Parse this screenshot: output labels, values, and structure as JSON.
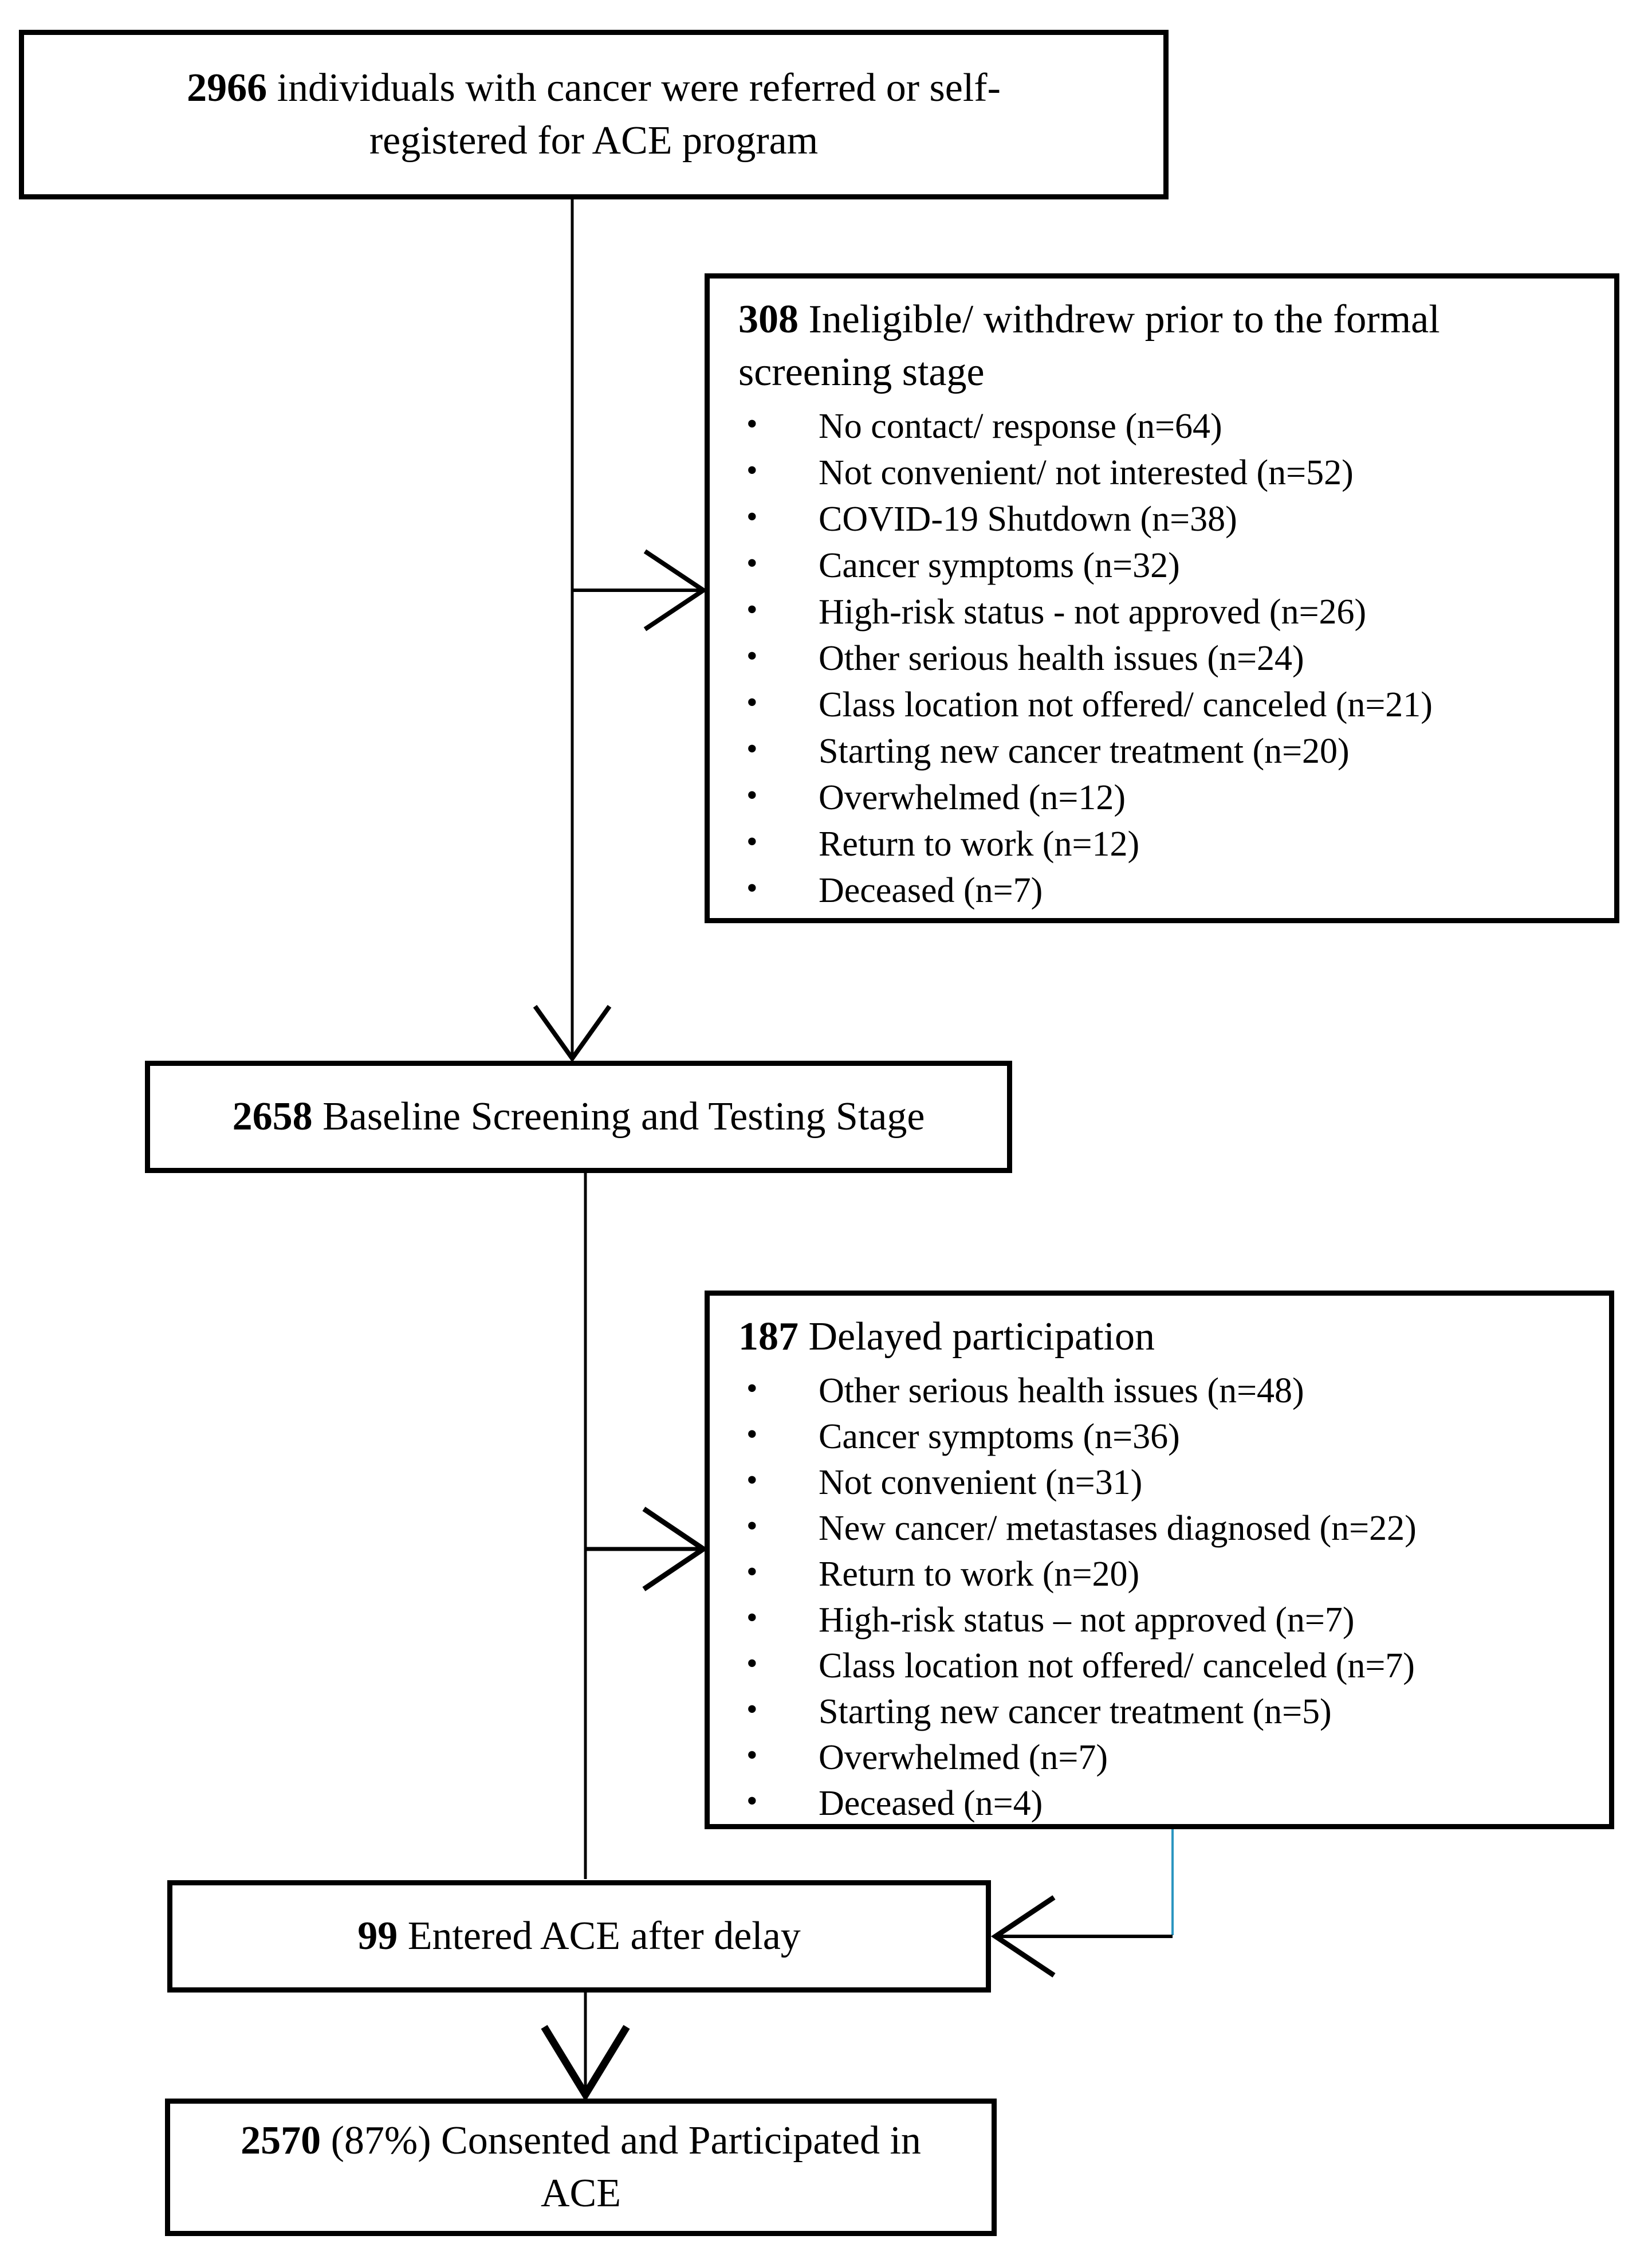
{
  "glyphs": {
    "bullet": "•"
  },
  "colors": {
    "line": "#000000",
    "box_border": "#000000",
    "delay_connector": "#2b95c0"
  },
  "boxes": {
    "referred": {
      "count": "2966",
      "label": "individuals with cancer were referred or self-registered for ACE program"
    },
    "ineligible": {
      "count": "308",
      "label": "Ineligible/ withdrew prior to the formal screening stage",
      "items": [
        "No contact/ response (n=64)",
        "Not convenient/ not interested (n=52)",
        "COVID-19 Shutdown (n=38)",
        "Cancer symptoms (n=32)",
        "High-risk status - not approved (n=26)",
        "Other serious health issues (n=24)",
        "Class location not offered/ canceled (n=21)",
        "Starting new cancer treatment (n=20)",
        "Overwhelmed (n=12)",
        "Return to work (n=12)",
        "Deceased (n=7)"
      ]
    },
    "baseline": {
      "count": "2658",
      "label": "Baseline Screening and Testing Stage"
    },
    "delayed": {
      "count": "187",
      "label": "Delayed participation",
      "items": [
        "Other serious health issues (n=48)",
        "Cancer symptoms (n=36)",
        "Not convenient (n=31)",
        "New cancer/ metastases diagnosed (n=22)",
        "Return to work (n=20)",
        "High-risk status – not approved (n=7)",
        "Class location not offered/ canceled (n=7)",
        "Starting new cancer treatment (n=5)",
        "Overwhelmed (n=7)",
        "Deceased (n=4)"
      ]
    },
    "entered_after_delay": {
      "count": "99",
      "label": "Entered ACE after delay"
    },
    "consented": {
      "count": "2570",
      "label": "(87%) Consented and Participated in ACE"
    }
  }
}
